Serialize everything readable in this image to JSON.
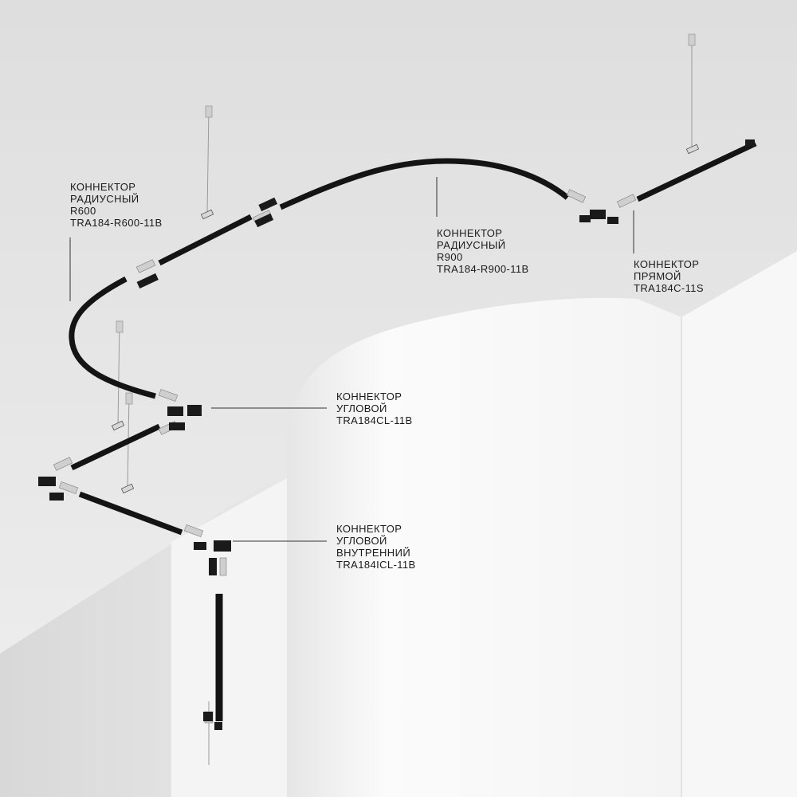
{
  "labels": {
    "r600": [
      "КОННЕКТОР",
      "РАДИУСНЫЙ",
      "R600",
      "TRA184-R600-11B"
    ],
    "r900": [
      "КОННЕКТОР",
      "РАДИУСНЫЙ",
      "R900",
      "TRA184-R900-11B"
    ],
    "straight": [
      "КОННЕКТОР",
      "ПРЯМОЙ",
      "TRA184C-11S"
    ],
    "corner": [
      "КОННЕКТОР",
      "УГЛОВОЙ",
      "TRA184CL-11B"
    ],
    "inner": [
      "КОННЕКТОР",
      "УГЛОВОЙ",
      "ВНУТРЕННИЙ",
      "TRA184ICL-11B"
    ]
  },
  "colors": {
    "ceiling": "#ececec",
    "wall_light": "#f6f6f6",
    "wall_shade": "#dcdcdc",
    "track": "#141414",
    "connector_silver": "#c8c8c8",
    "leader_line": "#333333"
  }
}
